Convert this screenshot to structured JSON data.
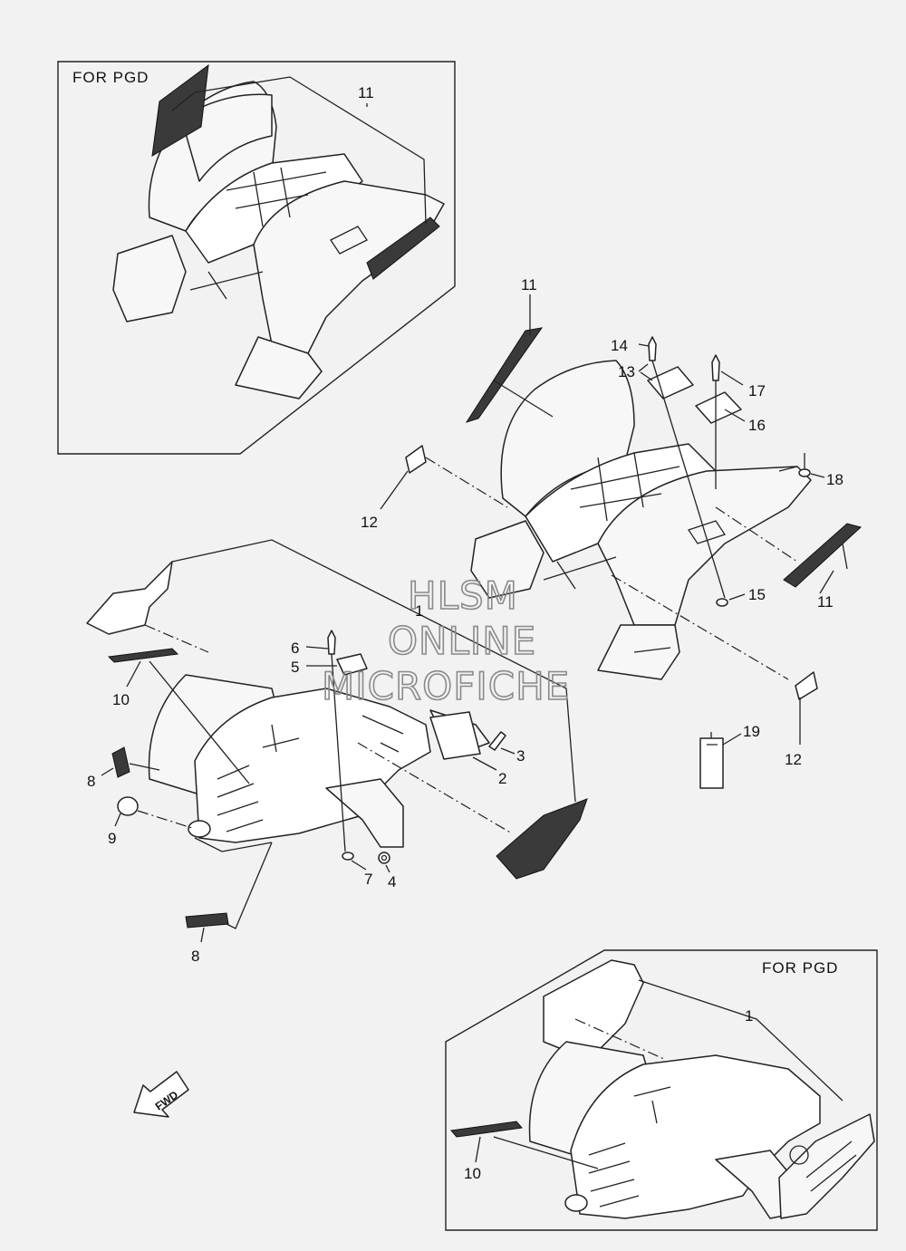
{
  "watermark": {
    "line1": "HLSM",
    "line2": "ONLINE",
    "line3": "MICROFICHE"
  },
  "insets": {
    "top_left_title": "FOR  PGD",
    "bottom_right_title": "FOR  PGD"
  },
  "fwd_label": "FWD",
  "callouts": {
    "c1_top": "1",
    "c1_inset": "1",
    "c2": "2",
    "c3": "3",
    "c4": "4",
    "c5": "5",
    "c6": "6",
    "c7": "7",
    "c8_upper": "8",
    "c8_lower": "8",
    "c9": "9",
    "c10_main": "10",
    "c10_inset": "10",
    "c11_inset": "11",
    "c11_top": "11",
    "c11_side": "11",
    "c12_left": "12",
    "c12_right": "12",
    "c13": "13",
    "c14": "14",
    "c15": "15",
    "c16": "16",
    "c17": "17",
    "c18": "18",
    "c19": "19"
  }
}
